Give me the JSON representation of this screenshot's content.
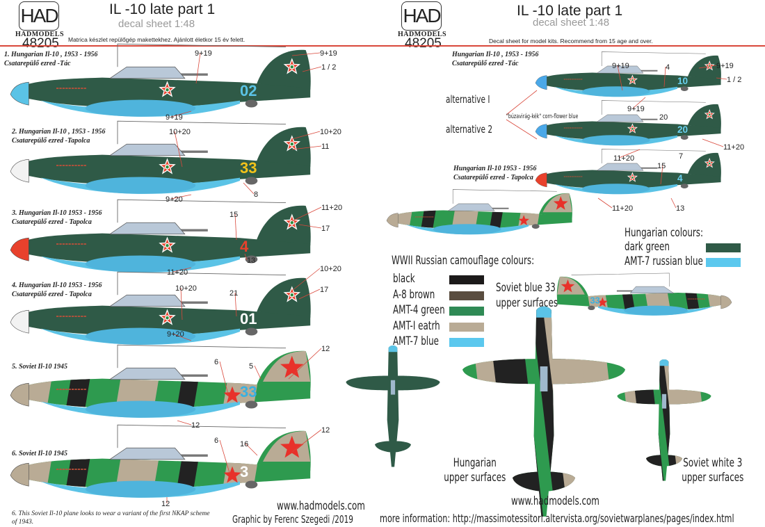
{
  "left_header": {
    "logo": "HAD",
    "brand": "HADMODELS",
    "code": "48205",
    "title": "IL -10 late part 1",
    "subtitle": "decal sheet 1:48",
    "note": "Matrica készlet repülőgép makettekhez. Ajánlott életkor 15 év felett."
  },
  "right_header": {
    "logo": "HAD",
    "brand": "HADMODELS",
    "code": "48205",
    "title": "IL -10 late part 1",
    "subtitle": "decal sheet 1:48",
    "note": "Decal sheet for model kits. Recommend from 15 age and over."
  },
  "profiles": [
    {
      "caption1": "1. Hungarian Il-10 , 1953 - 1956",
      "caption2": "Csatarepülő ezred -Tác",
      "scheme": "hungarian",
      "spinner": "#5bc3e6",
      "code": "02",
      "code_color": "#5bc3e6",
      "labels": [
        "9+19",
        "9+19",
        "1 / 2",
        "9+19"
      ]
    },
    {
      "caption1": "2. Hungarian Il-10 , 1953 - 1956",
      "caption2": "Csatarepülő ezred -Tapolca",
      "scheme": "hungarian",
      "spinner": "#f2f2f2",
      "code": "33",
      "code_color": "#f2c21a",
      "labels": [
        "10+20",
        "10+20",
        "11",
        "9+20",
        "8"
      ]
    },
    {
      "caption1": "3. Hungarian Il-10 1953 - 1956",
      "caption2": "Csatarepülő ezred - Tapolca",
      "scheme": "hungarian",
      "spinner": "#e8412c",
      "code": "4",
      "code_color": "#e8412c",
      "labels": [
        "11+20",
        "15",
        "17",
        "11+20",
        "13"
      ]
    },
    {
      "caption1": "4. Hungarian Il-10 1953 - 1956",
      "caption2": "Csatarepülő ezred - Tapolca",
      "scheme": "hungarian",
      "spinner": "#f2f2f2",
      "code": "01",
      "code_color": "#ffffff",
      "labels": [
        "10+20",
        "10+20",
        "21",
        "17",
        "9+20"
      ]
    },
    {
      "caption1": "5. Soviet Il-10 1945",
      "caption2": "",
      "scheme": "soviet",
      "spinner": "#b9ab95",
      "code": "33",
      "code_color": "#3ab0e0",
      "labels": [
        "12",
        "6",
        "5",
        "12"
      ]
    },
    {
      "caption1": "6. Soviet Il-10 1945",
      "caption2": "",
      "scheme": "soviet",
      "spinner": "#b9ab95",
      "code": "3",
      "code_color": "#ffffff",
      "labels": [
        "12",
        "6",
        "16",
        "12"
      ]
    }
  ],
  "profile6_note": "6. This Soviet Il-10 plane looks to wear a variant of the first NKAP scheme of 1943.",
  "right_profiles": [
    {
      "code": "10",
      "labels": [
        "9+19",
        "4",
        "9+19",
        "1 / 2",
        "9+19"
      ],
      "spinner": "#4aa8e8"
    },
    {
      "code": "20",
      "labels": [
        "20",
        "7",
        "11+20",
        "11+20"
      ],
      "spinner": "#4aa8e8"
    },
    {
      "code": "4",
      "labels": [
        "15",
        "11+20",
        "13"
      ],
      "spinner": "#e8412c"
    }
  ],
  "right_captions": {
    "alt1": "alternative I",
    "alt2": "alternative 2",
    "cornflower": "\"búzavirág-kék\" corn-flower blue",
    "tapolca1": "Hungarian Il-10 1953 - 1956",
    "tapolca2": "Csatarepülő ezred - Tapolca",
    "tac1": "Hungarian Il-10 , 1953 - 1956",
    "tac2": "Csatarepülő ezred -Tác"
  },
  "hungarian_colours": {
    "title": "Hungarian colours:",
    "items": [
      {
        "name": "dark green",
        "color": "#2f5a47"
      },
      {
        "name": "AMT-7 russian blue",
        "color": "#5bc8ee"
      }
    ]
  },
  "russian_colours": {
    "title": "WWII Russian camouflage colours:",
    "items": [
      {
        "name": "black",
        "color": "#1c1a1a"
      },
      {
        "name": "A-8 brown",
        "color": "#5a4d40"
      },
      {
        "name": "AMT-4 green",
        "color": "#2f8a55"
      },
      {
        "name": "AMT-I eatrh",
        "color": "#b9ab95"
      },
      {
        "name": "AMT-7 blue",
        "color": "#5bc8ee"
      }
    ]
  },
  "top_views": {
    "hungarian": "Hungarian upper surfaces",
    "blue33": "Soviet blue 33 upper surfaces",
    "white3": "Soviet white 3 upper surfaces"
  },
  "footer": {
    "web_left": "www.hadmodels.com",
    "credit": "Graphic by Ferenc Szegedi /2019",
    "web_right": "www.hadmodels.com",
    "more_info": "more information: http://massimotessitori.altervista.org/sovietwarplanes/pages/index.html"
  }
}
